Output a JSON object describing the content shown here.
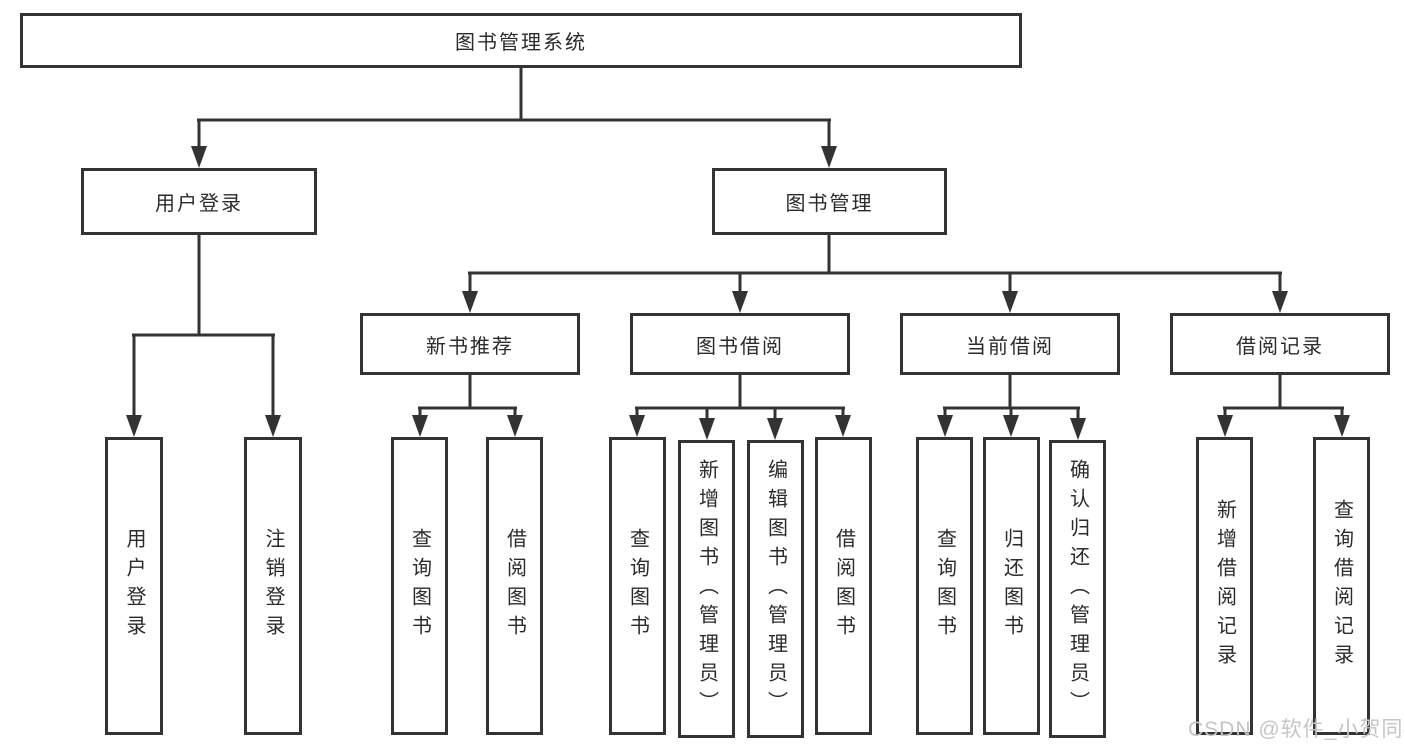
{
  "diagram": {
    "root": "图书管理系统",
    "level2": [
      "用户登录",
      "图书管理"
    ],
    "level3": [
      "新书推荐",
      "图书借阅",
      "当前借阅",
      "借阅记录"
    ],
    "leaves_login": [
      "用户登录",
      "注销登录"
    ],
    "leaves_recommend": [
      "查询图书",
      "借阅图书"
    ],
    "leaves_borrow": [
      "查询图书",
      "新增图书（管理员）",
      "编辑图书（管理员）",
      "借阅图书"
    ],
    "leaves_current": [
      "查询图书",
      "归还图书",
      "确认归还（管理员）"
    ],
    "leaves_records": [
      "新增借阅记录",
      "查询借阅记录"
    ]
  },
  "watermark": "CSDN @软件_小贺同学",
  "colors": {
    "line": "#333333",
    "text": "#2b2b2b",
    "background": "#ffffff",
    "watermark": "#c5c5c5"
  }
}
